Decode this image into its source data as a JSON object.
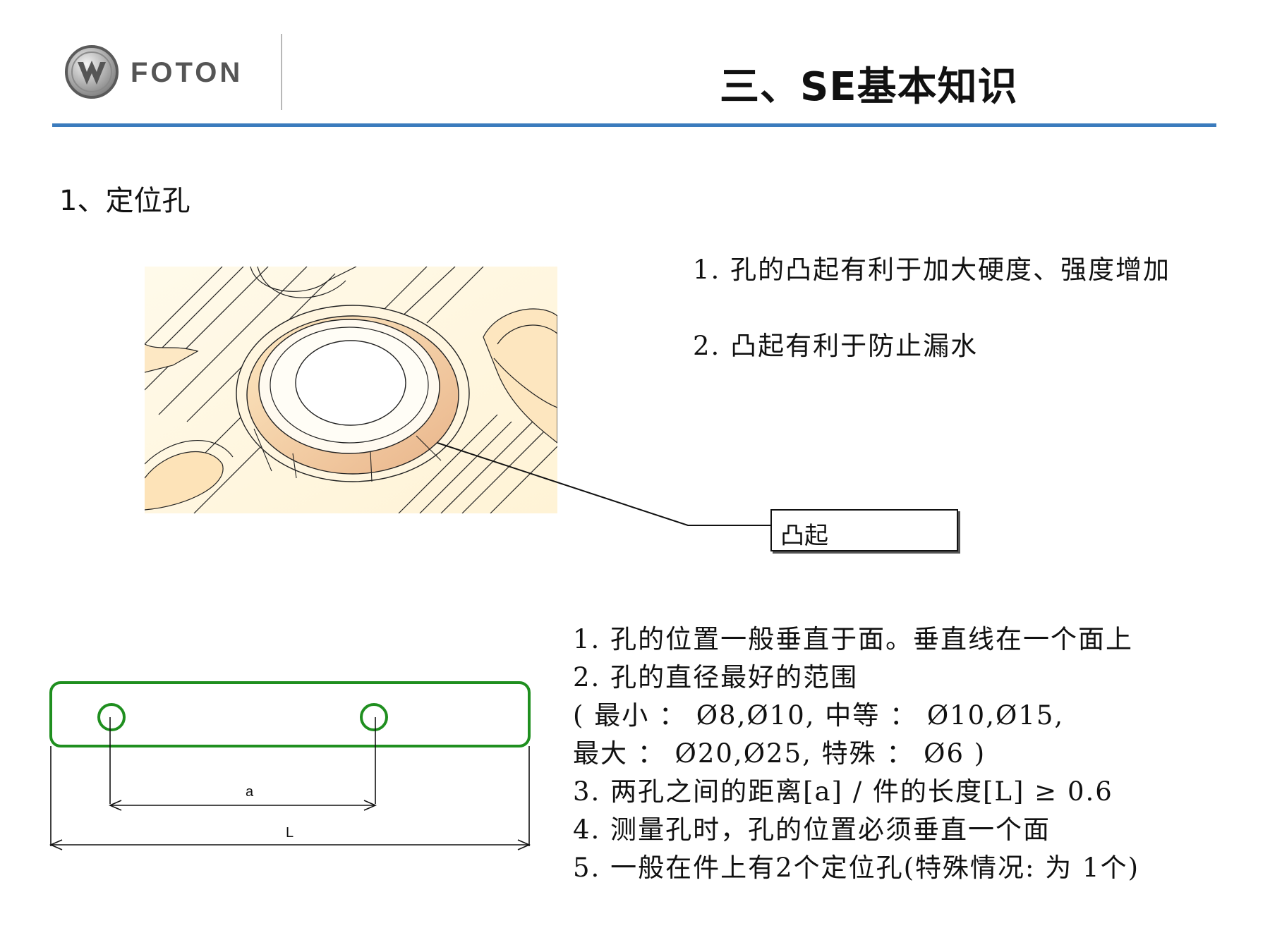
{
  "header": {
    "brand": "FOTON",
    "title": "三、SE基本知识",
    "accent_color": "#3b7bbd"
  },
  "section": {
    "heading": "1、定位孔"
  },
  "render": {
    "callout_label": "凸起"
  },
  "top_points": [
    "1.  孔的凸起有利于加大硬度、强度增加",
    "2.  凸起有利于防止漏水"
  ],
  "diagram": {
    "label_a": "a",
    "label_L": "L",
    "outline_color": "#1f8f1f"
  },
  "bottom_points": [
    "1.  孔的位置一般垂直于面。垂直线在一个面上",
    "2.  孔的直径最好的范围",
    "(  最小 ： Ø8,Ø10,  中等 ： Ø10,Ø15,",
    "最大 ： Ø20,Ø25,  特殊 ： Ø6  )",
    "3.  两孔之间的距离[a]  /  件的长度[L] ≥  0.6",
    "4.  测量孔时，孔的位置必须垂直一个面",
    "5.  一般在件上有2个定位孔(特殊情况: 为  1个)"
  ]
}
